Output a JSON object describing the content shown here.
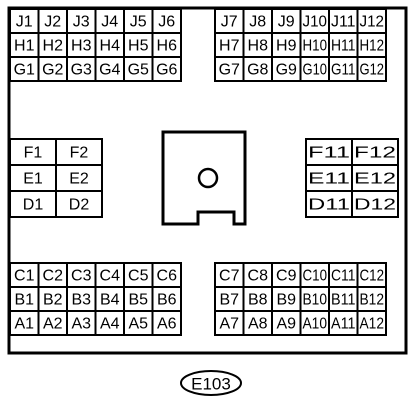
{
  "connector_id": "E103",
  "upper_rows": [
    {
      "left": [
        "J1",
        "J2",
        "J3",
        "J4",
        "J5",
        "J6"
      ],
      "right": [
        "J7",
        "J8",
        "J9",
        "J10",
        "J11",
        "J12"
      ]
    },
    {
      "left": [
        "H1",
        "H2",
        "H3",
        "H4",
        "H5",
        "H6"
      ],
      "right": [
        "H7",
        "H8",
        "H9",
        "H10",
        "H11",
        "H12"
      ]
    },
    {
      "left": [
        "G1",
        "G2",
        "G3",
        "G4",
        "G5",
        "G6"
      ],
      "right": [
        "G7",
        "G8",
        "G9",
        "G10",
        "G11",
        "G12"
      ]
    }
  ],
  "middle_rows": [
    {
      "left": [
        "F1",
        "F2"
      ],
      "right": [
        "F11",
        "F12"
      ]
    },
    {
      "left": [
        "E1",
        "E2"
      ],
      "right": [
        "E11",
        "E12"
      ]
    },
    {
      "left": [
        "D1",
        "D2"
      ],
      "right": [
        "D11",
        "D12"
      ]
    }
  ],
  "lower_rows": [
    {
      "left": [
        "C1",
        "C2",
        "C3",
        "C4",
        "C5",
        "C6"
      ],
      "right": [
        "C7",
        "C8",
        "C9",
        "C10",
        "C11",
        "C12"
      ]
    },
    {
      "left": [
        "B1",
        "B2",
        "B3",
        "B4",
        "B5",
        "B6"
      ],
      "right": [
        "B7",
        "B8",
        "B9",
        "B10",
        "B11",
        "B12"
      ]
    },
    {
      "left": [
        "A1",
        "A2",
        "A3",
        "A4",
        "A5",
        "A6"
      ],
      "right": [
        "A7",
        "A8",
        "A9",
        "A10",
        "A11",
        "A12"
      ]
    }
  ]
}
